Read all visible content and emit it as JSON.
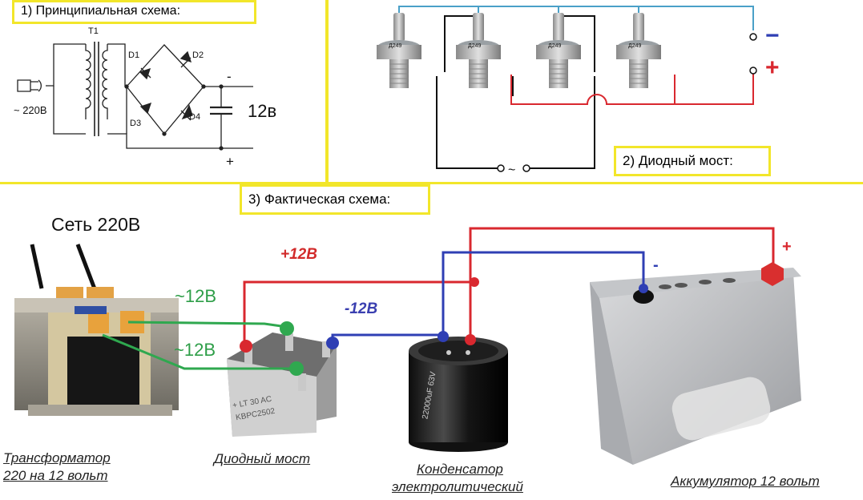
{
  "sections": {
    "schematic_title": "1) Принципиальная схема:",
    "bridge_title": "2) Диодный мост:",
    "actual_title": "3) Фактическая схема:"
  },
  "schematic": {
    "transformer_ref": "T1",
    "mains_label": "~ 220В",
    "diodes": [
      "D1",
      "D2",
      "D3",
      "D4"
    ],
    "minus": "-",
    "plus": "+",
    "output_label": "12в"
  },
  "bridge": {
    "diode_mark": "Д249",
    "ac_symbol": "~",
    "minus": "−",
    "plus": "+"
  },
  "actual": {
    "mains_label": "Сеть 220В",
    "ac1_label": "~12В",
    "ac2_label": "~12В",
    "pos_label": "+12В",
    "neg_label": "-12В",
    "battery_plus": "+",
    "battery_minus": "-",
    "bridge_mark_1": "+ LT 30 AC",
    "bridge_mark_2": "KBPC2502",
    "capacitor_mark": "22000uF 63V"
  },
  "captions": {
    "transformer_l1": "Трансформатор",
    "transformer_l2": "220 на 12 вольт",
    "bridge": "Диодный мост",
    "capacitor_l1": "Конденсатор",
    "capacitor_l2": "электролитический",
    "battery": "Аккумулятор 12 вольт"
  },
  "colors": {
    "divider": "#f2e62a",
    "positive": "#d9282f",
    "negative": "#2f3fb4",
    "ac_wire": "#2fa84f",
    "pos_text": "#d22b2b",
    "neg_text": "#3a3fb0",
    "ac_text": "#2e9e48"
  }
}
